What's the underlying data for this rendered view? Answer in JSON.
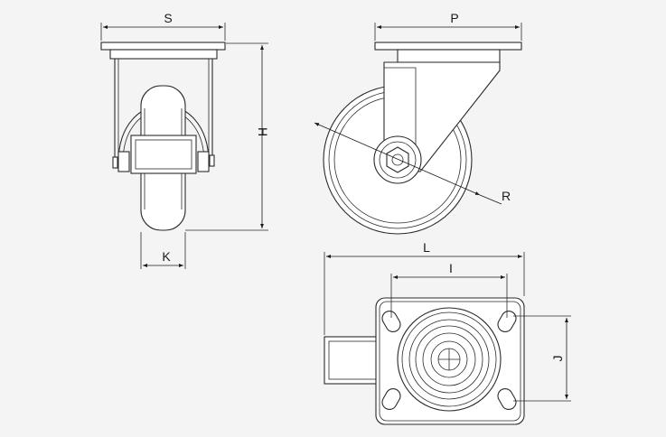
{
  "dimensions": {
    "S": "S",
    "P": "P",
    "H": "H",
    "K": "K",
    "R": "R",
    "L": "L",
    "I": "I",
    "J": "J"
  },
  "colors": {
    "background": "#f4f4f4",
    "line": "#2a2a2a",
    "fill": "#ffffff"
  }
}
